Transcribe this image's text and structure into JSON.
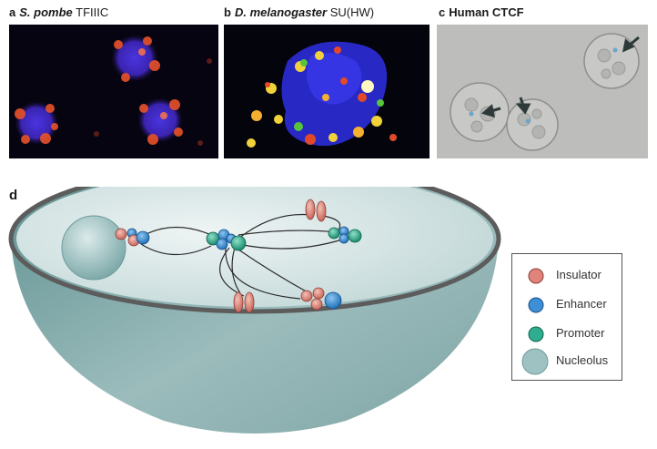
{
  "panel_a": {
    "letter": "a",
    "species": "S. pombe",
    "protein": "TFIIIC"
  },
  "panel_b": {
    "letter": "b",
    "species": "D. melanogaster",
    "protein": "SU(HW)"
  },
  "panel_c": {
    "letter": "c",
    "species": "Human",
    "protein": "CTCF"
  },
  "panel_d": {
    "letter": "d"
  },
  "legend": [
    {
      "label": "Insulator",
      "color": "#e0837a"
    },
    {
      "label": "Enhancer",
      "color": "#3f8fd6"
    },
    {
      "label": "Promoter",
      "color": "#2fae8f"
    },
    {
      "label": "Nucleolus",
      "color": "#9ec2c2"
    }
  ]
}
